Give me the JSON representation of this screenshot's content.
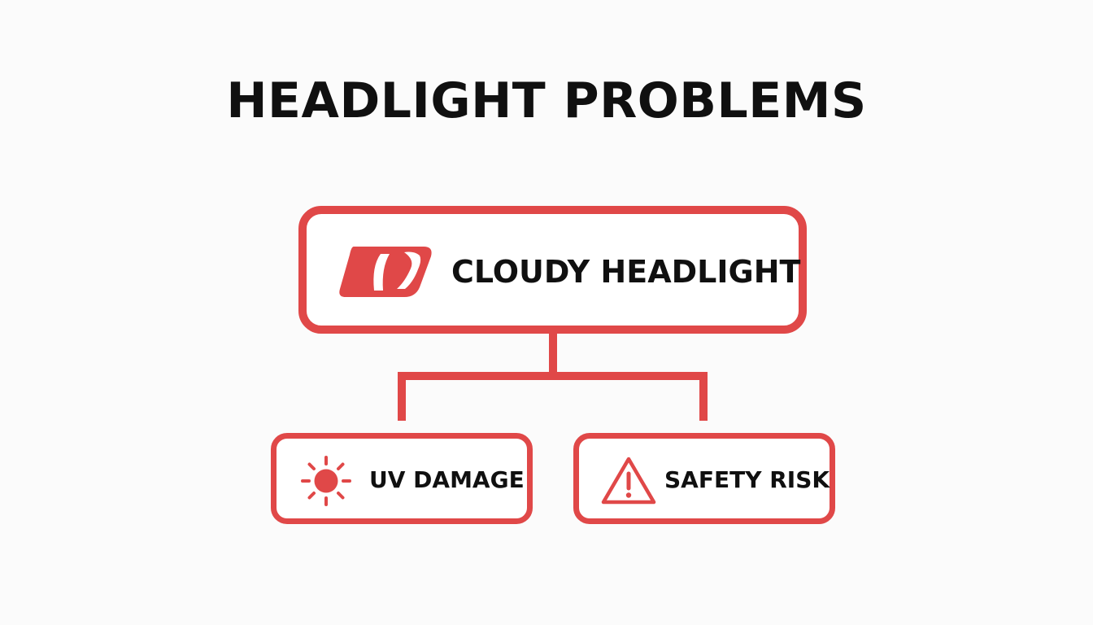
{
  "title": "HEADLIGHT PROBLEMS",
  "accent_color": "#e04848",
  "nodes": {
    "root": {
      "label": "CLOUDY HEADLIGHT",
      "icon": "headlight-icon"
    },
    "children": [
      {
        "label": "UV DAMAGE",
        "icon": "sun-icon"
      },
      {
        "label": "SAFETY RISK",
        "icon": "warning-triangle-icon"
      }
    ]
  }
}
